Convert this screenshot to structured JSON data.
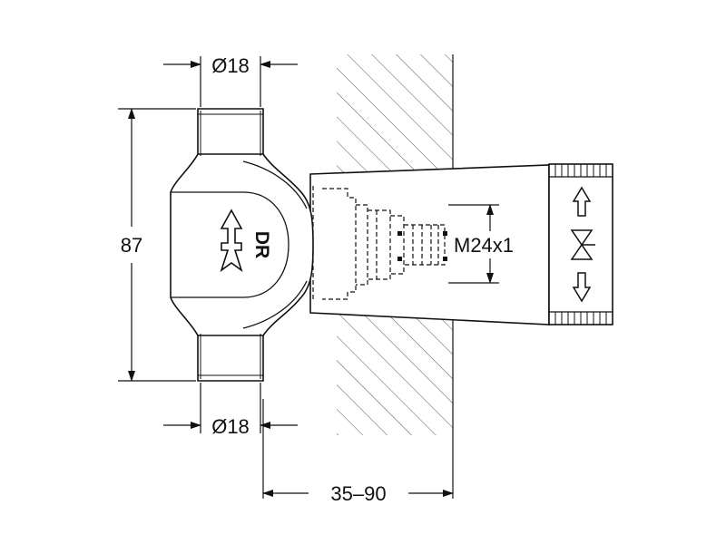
{
  "dimensions": {
    "top_diameter": "Ø18",
    "bottom_diameter": "Ø18",
    "height": "87",
    "thread": "M24x1",
    "depth_range": "35–90"
  },
  "body_marking": "DR",
  "colors": {
    "line": "#111111",
    "hatch": "#555555",
    "background": "#ffffff"
  },
  "icons": {
    "flow_arrow": "flow-direction-arrow-icon",
    "up_down_arrows": "up-down-arrows-icon",
    "valve_symbol": "valve-symbol-icon"
  }
}
